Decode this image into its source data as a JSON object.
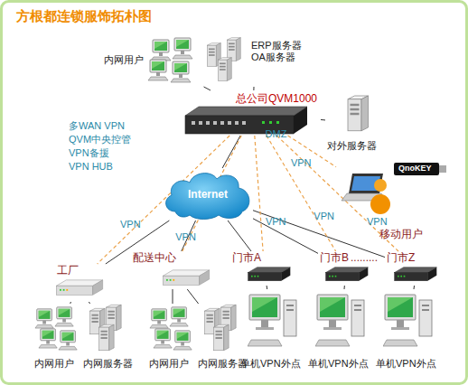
{
  "diagram": {
    "title": "方根都连锁服饰拓朴图",
    "nodes": [
      {
        "text": [
          "内网用户"
        ]
      },
      {
        "text": [
          "ERP服务器 OA服务器"
        ]
      },
      {
        "text": [
          "总公司QVM1000"
        ]
      },
      {
        "text": [
          "对外服务器"
        ]
      },
      {
        "text": [
          "Internet"
        ]
      },
      {
        "text": [
          "移动用户"
        ]
      },
      {
        "text": [
          "工厂"
        ]
      },
      {
        "text": [
          "配送中心"
        ]
      },
      {
        "text": [
          "门市A"
        ]
      },
      {
        "text": [
          "门市B"
        ]
      },
      {
        "text": [
          "门市Z"
        ]
      },
      {
        "text": [
          "内网用户"
        ]
      },
      {
        "text": [
          "内网服务器"
        ]
      },
      {
        "text": [
          "内网用户"
        ]
      },
      {
        "text": [
          "内网服务器"
        ]
      },
      {
        "text": [
          "单机VPN外点"
        ]
      },
      {
        "text": [
          "单机VPN外点"
        ]
      },
      {
        "text": [
          "单机VPN外点"
        ]
      }
    ],
    "edges": [
      {
        "from": 0,
        "to": 2,
        "arrow": "none"
      },
      {
        "from": 1,
        "to": 2,
        "arrow": "none"
      },
      {
        "from": 2,
        "to": 3,
        "label": "DMZ",
        "arrow": "none"
      },
      {
        "from": 2,
        "to": 4,
        "arrow": "none"
      },
      {
        "from": 4,
        "to": 6,
        "arrow": "none"
      },
      {
        "from": 4,
        "to": 7,
        "arrow": "none"
      },
      {
        "from": 4,
        "to": 8,
        "arrow": "none"
      },
      {
        "from": 4,
        "to": 9,
        "arrow": "none"
      },
      {
        "from": 4,
        "to": 10,
        "arrow": "none"
      },
      {
        "from": 2,
        "to": 6,
        "label": "VPN",
        "arrow": "none"
      },
      {
        "from": 2,
        "to": 7,
        "label": "VPN",
        "arrow": "none"
      },
      {
        "from": 2,
        "to": 8,
        "label": "VPN",
        "arrow": "none"
      },
      {
        "from": 2,
        "to": 9,
        "label": "VPN",
        "arrow": "none"
      },
      {
        "from": 2,
        "to": 10,
        "label": "VPN",
        "arrow": "none"
      },
      {
        "from": 2,
        "to": 5,
        "label": "VPN",
        "arrow": "none"
      },
      {
        "from": 6,
        "to": 11,
        "arrow": "none"
      },
      {
        "from": 6,
        "to": 12,
        "arrow": "none"
      },
      {
        "from": 7,
        "to": 13,
        "arrow": "none"
      },
      {
        "from": 7,
        "to": 14,
        "arrow": "none"
      },
      {
        "from": 8,
        "to": 15,
        "arrow": "none"
      },
      {
        "from": 9,
        "to": 16,
        "arrow": "none"
      },
      {
        "from": 10,
        "to": 17,
        "arrow": "none"
      }
    ],
    "labels": [
      "多WAN VPN",
      "QVM中央控管",
      "VPN备援",
      "VPN HUB",
      "QnoKEY",
      "........."
    ]
  }
}
